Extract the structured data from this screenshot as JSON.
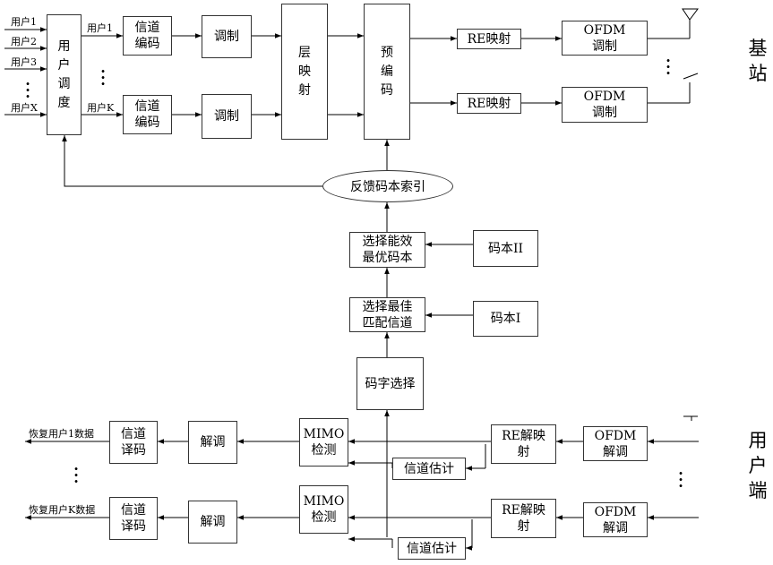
{
  "base_station": {
    "side_label": "基\n站",
    "user_inputs": [
      "用户1",
      "用户2",
      "用户3",
      "用户X"
    ],
    "user_ellipsis": "·\n·\n·",
    "scheduler": "用\n户\n调\n度",
    "stream_labels": [
      "用户1",
      "用户K"
    ],
    "stream_ellipsis": "·\n·\n·",
    "channel_coding": "信道\n编码",
    "modulation": "调制",
    "layer_mapping": "层\n映\n射",
    "precoding": "预\n编\n码",
    "re_mapping": "RE映射",
    "ofdm_modulation": "OFDM\n调制",
    "antenna_ellipsis": "·\n·\n·",
    "feedback_index": "反馈码本索引"
  },
  "feedback_chain": {
    "select_efficient": "选择能效\n最优码本",
    "codebook_2": "码本II",
    "select_best_channel": "选择最佳\n匹配信道",
    "codebook_1": "码本I",
    "codeword_select": "码字选择"
  },
  "user_terminal": {
    "side_label": "用\n户\n端",
    "outputs": [
      "恢复用户1数据",
      "恢复用户K数据"
    ],
    "output_ellipsis": "·\n·\n·",
    "channel_decoding": "信道\n译码",
    "demodulation": "解调",
    "mimo_detection": "MIMO\n检测",
    "channel_estimation": "信道估计",
    "re_demapping": "RE解映\n射",
    "ofdm_demodulation": "OFDM\n解调",
    "antenna_ellipsis": "·\n·\n·"
  }
}
